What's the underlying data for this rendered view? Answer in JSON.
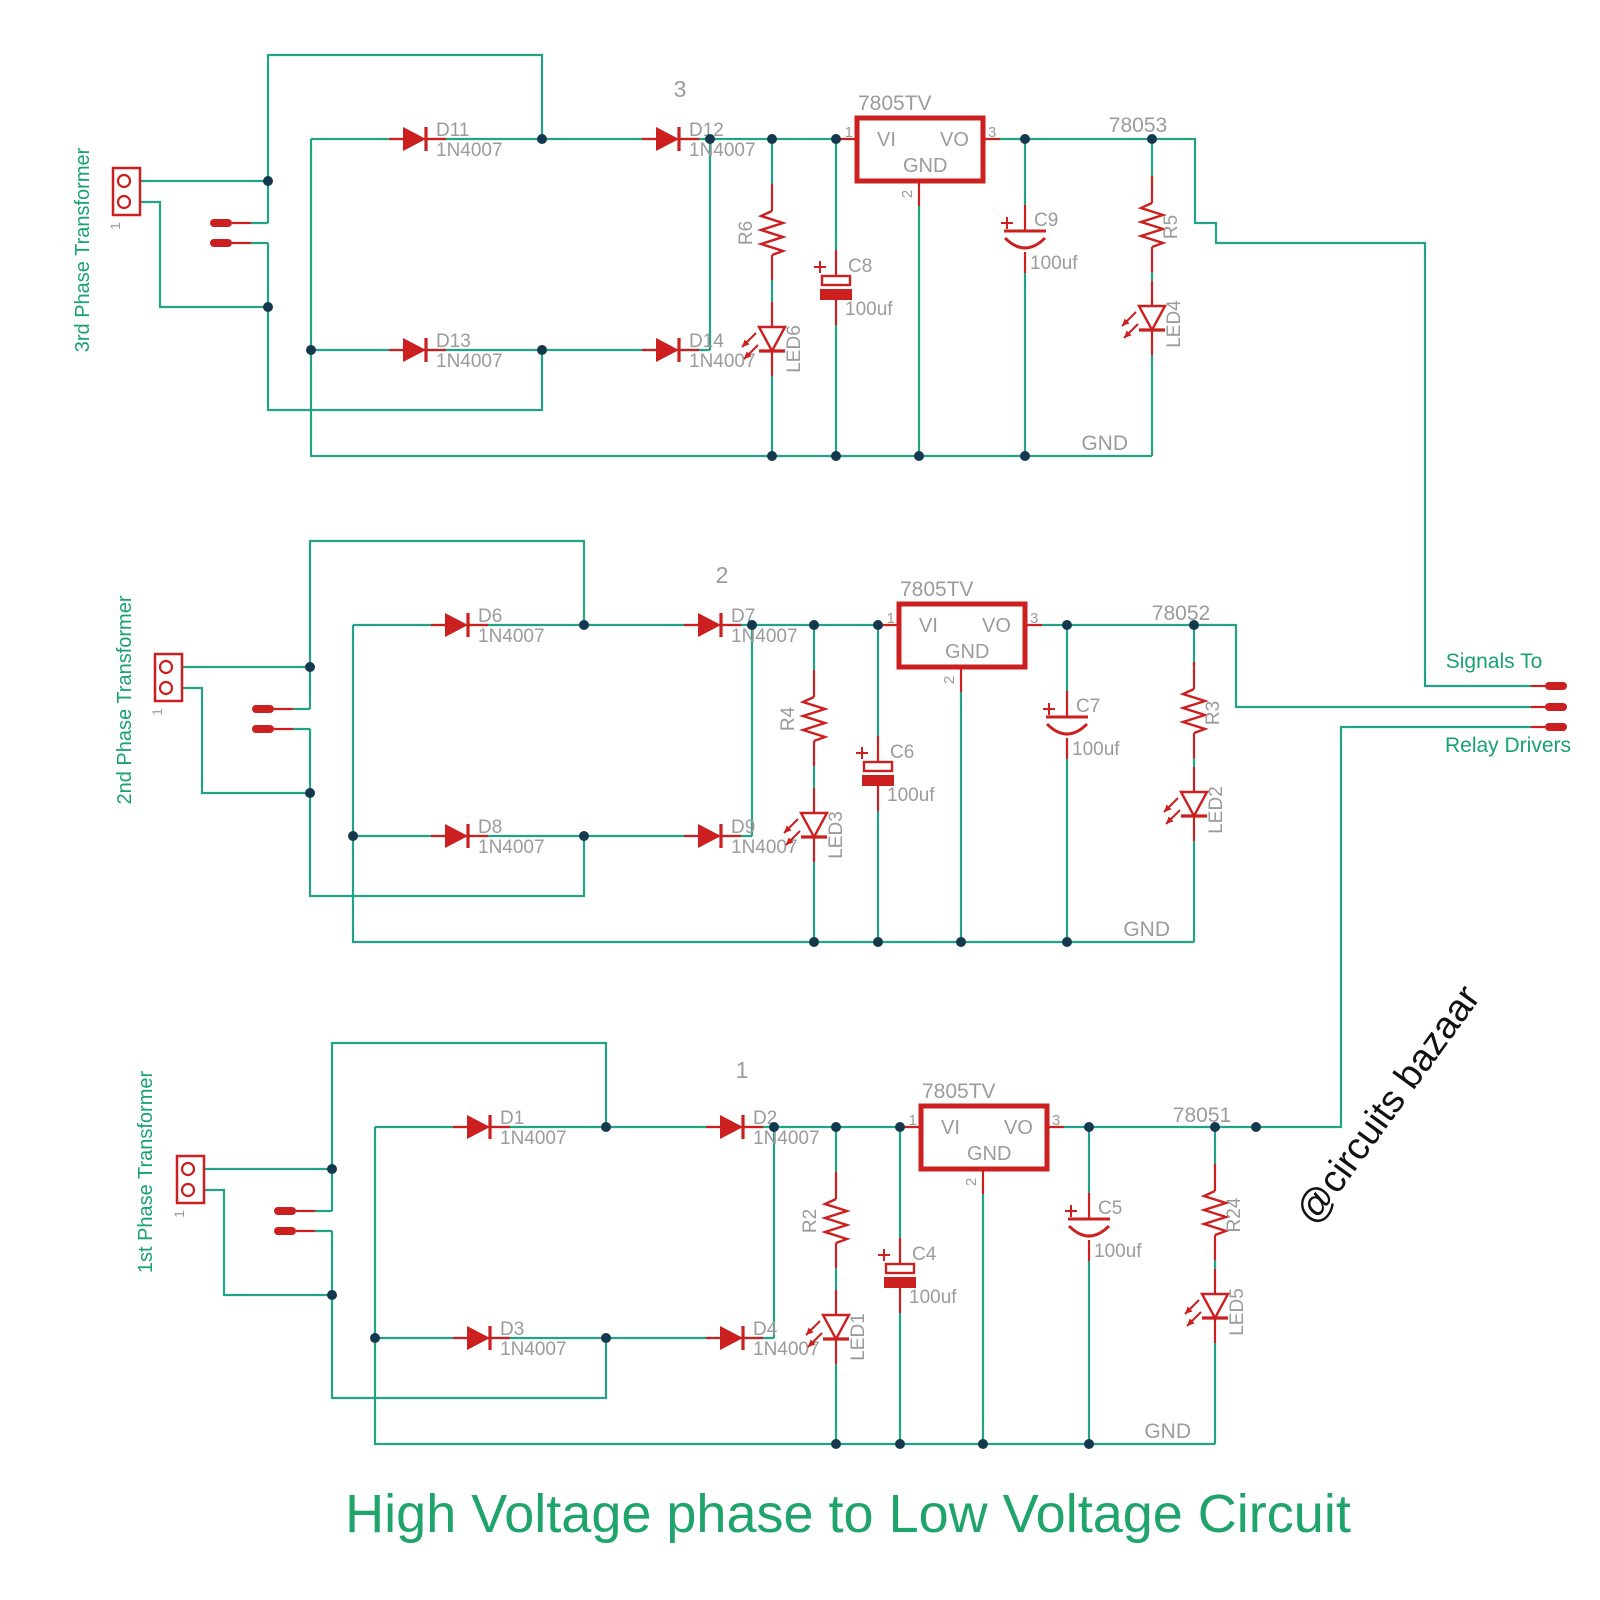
{
  "title": "High Voltage phase to Low Voltage Circuit",
  "watermark": "@circuits bazaar",
  "signals_to_label": "Signals To",
  "relay_drivers_label": "Relay Drivers",
  "gnd_label": "GND",
  "regulator": {
    "part": "7805TV",
    "vi": "VI",
    "vo": "VO",
    "gnd": "GND",
    "pin1": "1",
    "pin2": "2",
    "pin3": "3"
  },
  "colors": {
    "wire": "#23A287",
    "component": "#CC1F1F",
    "text_gray": "#9B9B9B",
    "text_green": "#18A272",
    "title_green": "#1FA46B",
    "junction": "#14384E",
    "watermark": "#111111"
  },
  "sections": [
    {
      "name": "3rd Phase Transformer",
      "phase_number": "3",
      "net_label": "78053",
      "connector_pin": "1",
      "diodes": [
        {
          "ref": "D11",
          "value": "1N4007"
        },
        {
          "ref": "D12",
          "value": "1N4007"
        },
        {
          "ref": "D13",
          "value": "1N4007"
        },
        {
          "ref": "D14",
          "value": "1N4007"
        }
      ],
      "resistors": [
        {
          "ref": "R6"
        },
        {
          "ref": "R5"
        }
      ],
      "leds": [
        {
          "ref": "LED6"
        },
        {
          "ref": "LED4"
        }
      ],
      "capacitors": [
        {
          "ref": "C8",
          "value": "100uf"
        },
        {
          "ref": "C9",
          "value": "100uf"
        }
      ]
    },
    {
      "name": "2nd Phase Transformer",
      "phase_number": "2",
      "net_label": "78052",
      "connector_pin": "1",
      "diodes": [
        {
          "ref": "D6",
          "value": "1N4007"
        },
        {
          "ref": "D7",
          "value": "1N4007"
        },
        {
          "ref": "D8",
          "value": "1N4007"
        },
        {
          "ref": "D9",
          "value": "1N4007"
        }
      ],
      "resistors": [
        {
          "ref": "R4"
        },
        {
          "ref": "R3"
        }
      ],
      "leds": [
        {
          "ref": "LED3"
        },
        {
          "ref": "LED2"
        }
      ],
      "capacitors": [
        {
          "ref": "C6",
          "value": "100uf"
        },
        {
          "ref": "C7",
          "value": "100uf"
        }
      ]
    },
    {
      "name": "1st Phase Transformer",
      "phase_number": "1",
      "net_label": "78051",
      "connector_pin": "1",
      "diodes": [
        {
          "ref": "D1",
          "value": "1N4007"
        },
        {
          "ref": "D2",
          "value": "1N4007"
        },
        {
          "ref": "D3",
          "value": "1N4007"
        },
        {
          "ref": "D4",
          "value": "1N4007"
        }
      ],
      "resistors": [
        {
          "ref": "R2"
        },
        {
          "ref": "R24"
        }
      ],
      "leds": [
        {
          "ref": "LED1"
        },
        {
          "ref": "LED5"
        }
      ],
      "capacitors": [
        {
          "ref": "C4",
          "value": "100uf"
        },
        {
          "ref": "C5",
          "value": "100uf"
        }
      ]
    }
  ]
}
